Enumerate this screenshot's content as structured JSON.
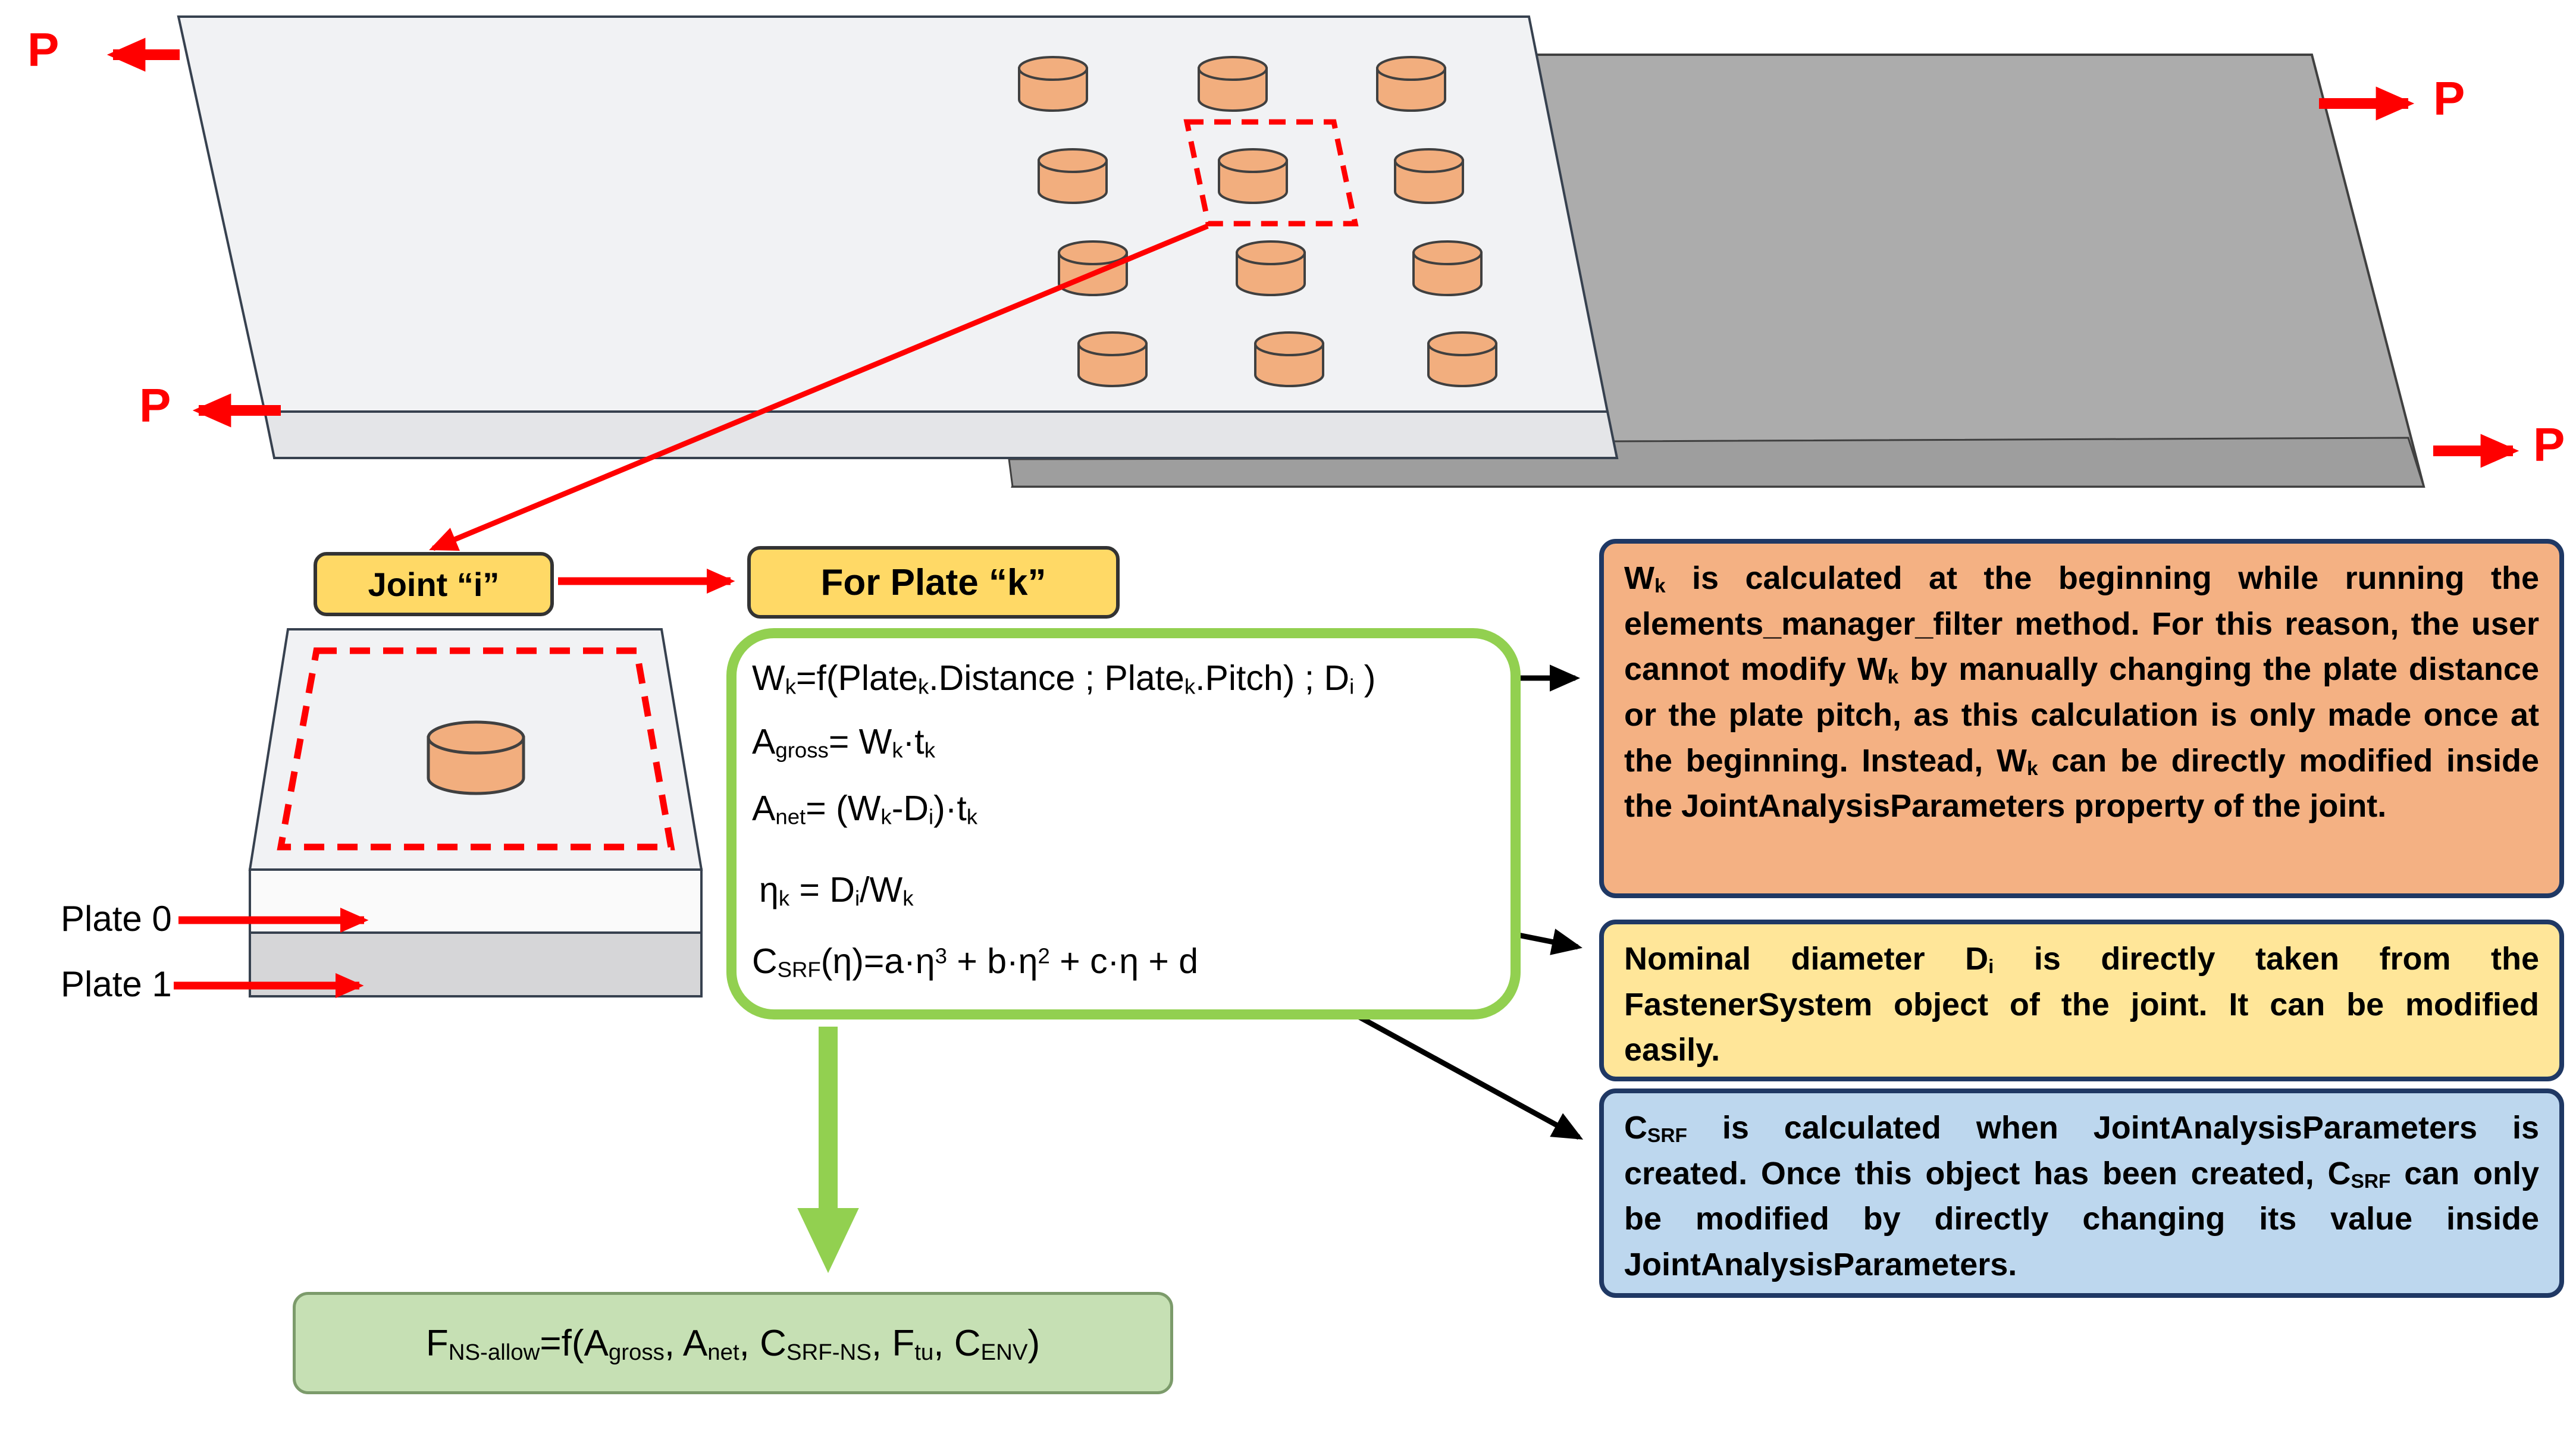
{
  "colors": {
    "red_accent": "#FF0000",
    "label_yellow": "#FFD966",
    "formula_border_green": "#92D050",
    "result_green": "#C6E0B4",
    "callout_orange": "#F4B183",
    "callout_yellow": "#FFE699",
    "callout_blue": "#BDD7EE",
    "callout_border_navy": "#1F3864",
    "fastener_orange": "#F2AE7E",
    "left_plate_gray": "#F1F2F4",
    "right_plate_gray": "#ACACAC"
  },
  "plate_assembly": {
    "fastener_rows": 4,
    "fastener_cols": 3
  },
  "labels": {
    "p_load": "P",
    "joint_i": "Joint “i”",
    "for_plate_k": "For Plate “k”",
    "plate0": "Plate 0",
    "plate1": "Plate 1"
  },
  "formulas": {
    "wk": [
      {
        "t": "W"
      },
      {
        "t": "k",
        "s": "sub"
      },
      {
        "t": "=f(Plate"
      },
      {
        "t": "k",
        "s": "sub"
      },
      {
        "t": ".Distance ; Plate"
      },
      {
        "t": "k",
        "s": "sub"
      },
      {
        "t": ".Pitch) ; D"
      },
      {
        "t": "i",
        "s": "sub"
      },
      {
        "t": " )"
      }
    ],
    "agross": [
      {
        "t": "A"
      },
      {
        "t": "gross",
        "s": "sub"
      },
      {
        "t": "= W"
      },
      {
        "t": "k",
        "s": "sub"
      },
      {
        "t": "·t"
      },
      {
        "t": "k",
        "s": "sub"
      }
    ],
    "anet": [
      {
        "t": "A"
      },
      {
        "t": "net",
        "s": "sub"
      },
      {
        "t": "= (W"
      },
      {
        "t": "k",
        "s": "sub"
      },
      {
        "t": "-D"
      },
      {
        "t": "i",
        "s": "sub"
      },
      {
        "t": ")·t"
      },
      {
        "t": "k",
        "s": "sub"
      }
    ],
    "eta": [
      {
        "t": "η"
      },
      {
        "t": "k",
        "s": "sub"
      },
      {
        "t": " = D"
      },
      {
        "t": "i",
        "s": "sub"
      },
      {
        "t": "/W"
      },
      {
        "t": "k",
        "s": "sub"
      }
    ],
    "csrf": [
      {
        "t": "C"
      },
      {
        "t": "SRF",
        "s": "sub"
      },
      {
        "t": "(η)=a·η"
      },
      {
        "t": "3",
        "s": "sup"
      },
      {
        "t": " + b·η"
      },
      {
        "t": "2",
        "s": "sup"
      },
      {
        "t": " + c·η + d"
      }
    ],
    "result": [
      {
        "t": "F"
      },
      {
        "t": "NS-allow",
        "s": "sub"
      },
      {
        "t": "=f(A"
      },
      {
        "t": "gross",
        "s": "sub"
      },
      {
        "t": ", A"
      },
      {
        "t": "net",
        "s": "sub"
      },
      {
        "t": ", C"
      },
      {
        "t": "SRF-NS",
        "s": "sub"
      },
      {
        "t": ", F"
      },
      {
        "t": "tu",
        "s": "sub"
      },
      {
        "t": ", C"
      },
      {
        "t": "ENV",
        "s": "sub"
      },
      {
        "t": ")"
      }
    ]
  },
  "callouts": {
    "wk_note": [
      {
        "t": "W"
      },
      {
        "t": "k",
        "s": "sub"
      },
      {
        "t": " is calculated at the beginning while running the elements_manager_filter method. For this reason, the user cannot modify W"
      },
      {
        "t": "k",
        "s": "sub"
      },
      {
        "t": " by manually changing the plate distance or the plate pitch, as this calculation is only made once at the beginning. Instead, W"
      },
      {
        "t": "k",
        "s": "sub"
      },
      {
        "t": " can be directly modified inside the JointAnalysisParameters property of the joint."
      }
    ],
    "di_note": [
      {
        "t": "Nominal diameter D"
      },
      {
        "t": "i",
        "s": "sub"
      },
      {
        "t": " is directly taken from the FastenerSystem object of the joint. It can be modified easily."
      }
    ],
    "csrf_note": [
      {
        "t": "C"
      },
      {
        "t": "SRF",
        "s": "sub"
      },
      {
        "t": " is calculated when JointAnalysisParameters is created. Once this object has been created, C"
      },
      {
        "t": "SRF",
        "s": "sub"
      },
      {
        "t": " can only be modified by directly changing its value inside JointAnalysisParameters."
      }
    ]
  }
}
